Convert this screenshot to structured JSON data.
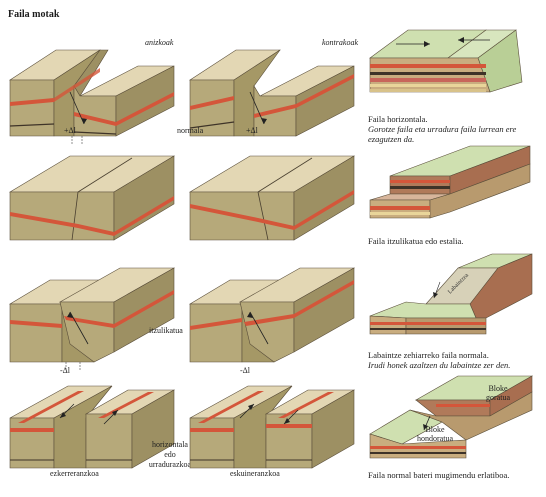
{
  "title": "Faila motak",
  "labels": {
    "anizkoak": "anizkoak",
    "kontrakoak": "kontrakoak",
    "normala": "normala",
    "delta_a": "+Δl",
    "delta_b": "+Δl",
    "itzulikatua": "itzulikatua",
    "delta_c": "-Δl",
    "delta_d": "-Δl",
    "ezkerreranzkoa": "ezkerreranzkoa",
    "horizontala": "horizontala",
    "edo": "edo",
    "urradurazkoa": "urradurazkoa",
    "eskuineranzkoa": "eskuineranzkoa",
    "bloke_goratua_1": "Bloke",
    "bloke_goratua_2": "goratua",
    "bloke_hondoratua_1": "Bloke",
    "bloke_hondoratua_2": "hondoratua",
    "tectonic_label": "Labaintzea"
  },
  "captions": {
    "c1_title": "Faila horizontala.",
    "c1_sub": "Gorotze faila eta urradura faila lurrean ere ezagutzen da.",
    "c2_title": "Faila itzulikatua edo estalia.",
    "c3_title": "Labaintze zehiarreko faila normala.",
    "c3_sub": "Irudi honek azaltzen du labaintze zer den.",
    "c4_title": "Faila normal bateri mugimendu erlatiboa."
  },
  "colors": {
    "block_top": "#e3d7b4",
    "block_front": "#b6a97a",
    "block_side": "#9d9063",
    "layer_red": "#d4563a",
    "layer_dark": "#3e3328",
    "green_top": "#cfe0b0",
    "green_side": "#b9cf96"
  }
}
